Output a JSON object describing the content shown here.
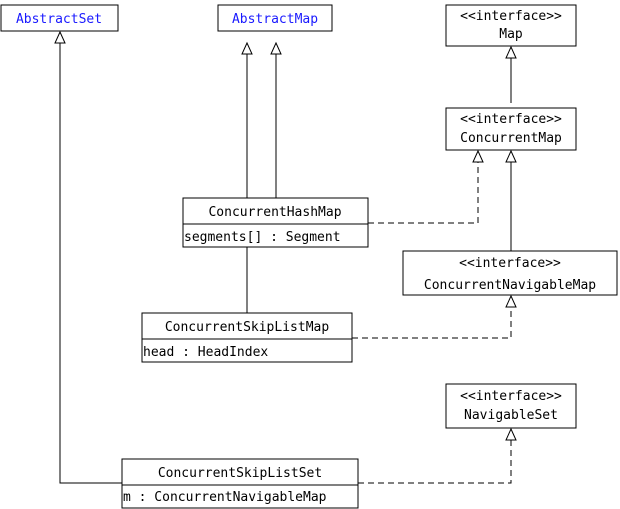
{
  "colors": {
    "abstract_class_text": "#1a1aff",
    "text": "#000000",
    "line": "#000000",
    "background": "#ffffff"
  },
  "classes": [
    {
      "id": "abstractset",
      "name": "AbstractSet",
      "abstract": true
    },
    {
      "id": "abstractmap",
      "name": "AbstractMap",
      "abstract": true
    },
    {
      "id": "map",
      "name": "Map",
      "stereotype": "<<interface>>"
    },
    {
      "id": "concurrentmap",
      "name": "ConcurrentMap",
      "stereotype": "<<interface>>"
    },
    {
      "id": "concurrenthashmap",
      "name": "ConcurrentHashMap",
      "fields": [
        "segments[] : Segment"
      ]
    },
    {
      "id": "concurrentnavigablemap",
      "name": "ConcurrentNavigableMap",
      "stereotype": "<<interface>>"
    },
    {
      "id": "concurrentskiplistmap",
      "name": "ConcurrentSkipListMap",
      "fields": [
        "head : HeadIndex"
      ]
    },
    {
      "id": "navigableset",
      "name": "NavigableSet",
      "stereotype": "<<interface>>"
    },
    {
      "id": "concurrentskiplistset",
      "name": "ConcurrentSkipListSet",
      "fields": [
        "m : ConcurrentNavigableMap"
      ]
    }
  ],
  "relations": [
    {
      "from": "concurrentmap",
      "to": "map",
      "kind": "extends"
    },
    {
      "from": "concurrentnavigablemap",
      "to": "concurrentmap",
      "kind": "extends"
    },
    {
      "from": "concurrenthashmap",
      "to": "abstractmap",
      "kind": "extends"
    },
    {
      "from": "concurrentskiplistmap",
      "to": "abstractmap",
      "kind": "extends"
    },
    {
      "from": "concurrenthashmap",
      "to": "concurrentmap",
      "kind": "implements"
    },
    {
      "from": "concurrentskiplistmap",
      "to": "concurrentnavigablemap",
      "kind": "implements"
    },
    {
      "from": "concurrentskiplistset",
      "to": "abstractset",
      "kind": "extends"
    },
    {
      "from": "concurrentskiplistset",
      "to": "navigableset",
      "kind": "implements"
    }
  ]
}
